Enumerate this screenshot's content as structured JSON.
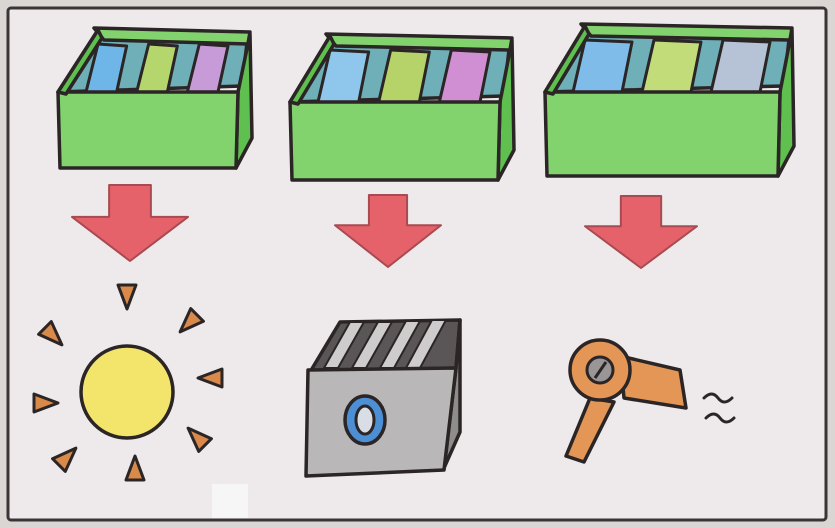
{
  "colors": {
    "paper": "#eeeaeb",
    "outline": "#2b2526",
    "box_green": "#82d36e",
    "box_green_dark": "#5fbf4f",
    "arrow_red": "#e6626a",
    "sun_yellow": "#f3e46c",
    "sun_ray_orange": "#d9894a",
    "dryer_orange": "#e39656",
    "machine_gray": "#b9b7b8",
    "button_blue": "#4d8fd4"
  },
  "boxes": [
    {
      "name": "box-left",
      "swatches": [
        "#6fb6e8",
        "#b4d66c",
        "#c79ad8"
      ]
    },
    {
      "name": "box-middle",
      "swatches": [
        "#8ec6ec",
        "#b6d36a",
        "#cf8fd2"
      ]
    },
    {
      "name": "box-right",
      "swatches": [
        "#7fbcea",
        "#c2dc7a",
        "#b6c3d6"
      ]
    }
  ],
  "arrows": [
    {
      "name": "arrow-left"
    },
    {
      "name": "arrow-middle"
    },
    {
      "name": "arrow-right"
    }
  ],
  "methods": [
    {
      "name": "sun-drying",
      "icon": "sun-icon"
    },
    {
      "name": "dryer-machine",
      "icon": "drying-machine-icon"
    },
    {
      "name": "hair-dryer",
      "icon": "hair-dryer-icon"
    }
  ]
}
